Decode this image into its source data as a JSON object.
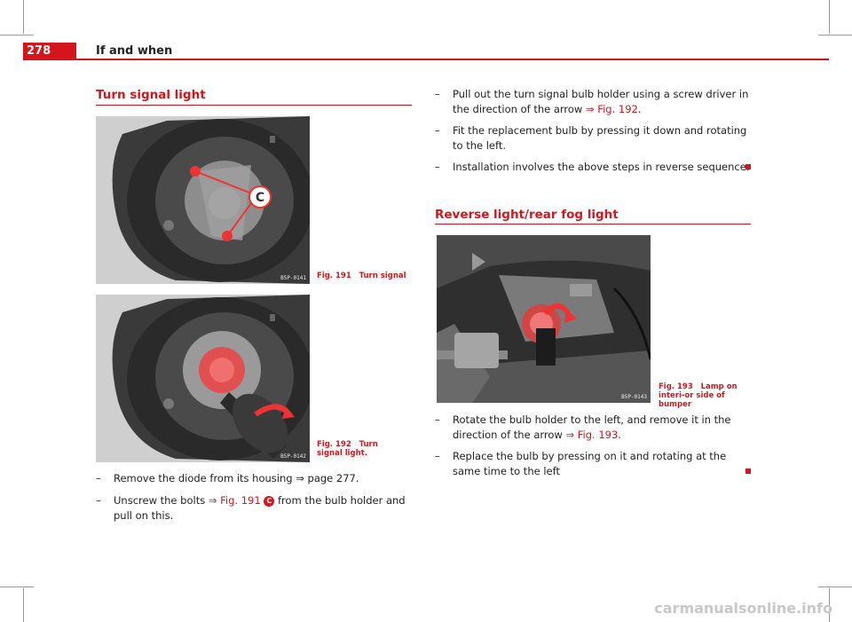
{
  "header": {
    "page_number": "278",
    "chapter": "If and when"
  },
  "turn_signal": {
    "title": "Turn signal light",
    "fig191": {
      "code": "B5P-0141",
      "label": "Fig. 191",
      "caption": "Turn signal",
      "marker": "C"
    },
    "fig192": {
      "code": "B5P-0142",
      "label": "Fig. 192",
      "caption": "Turn signal light."
    },
    "steps": [
      {
        "text": "Remove the diode from its housing ⇒ page 277."
      },
      {
        "pre": "Unscrew the bolts ",
        "ref": "⇒ Fig. 191",
        "badge": "C",
        "post": " from the bulb holder and pull on this."
      },
      {
        "pre": "Pull out the turn signal bulb holder using a screw driver in the direction of the arrow ",
        "ref": "⇒ Fig. 192",
        "post": "."
      },
      {
        "text": "Fit the replacement bulb by pressing it down and rotating to the left."
      },
      {
        "text": "Installation involves the above steps in reverse sequence."
      }
    ]
  },
  "reverse_light": {
    "title": "Reverse light/rear fog light",
    "fig193": {
      "code": "B5P-0143",
      "label": "Fig. 193",
      "caption": "Lamp on interi-or side of bumper"
    },
    "steps": [
      {
        "pre": "Rotate the bulb holder to the left, and remove it in the direction of the arrow ",
        "ref": "⇒ Fig. 193",
        "post": "."
      },
      {
        "text": "Replace the bulb by pressing on it and rotating at the same time to the left"
      }
    ]
  },
  "footer": {
    "watermark": "carmanualsonline.info"
  },
  "colors": {
    "accent": "#d4161c"
  },
  "icons": [
    "bullet-dash",
    "end-of-section-square"
  ]
}
